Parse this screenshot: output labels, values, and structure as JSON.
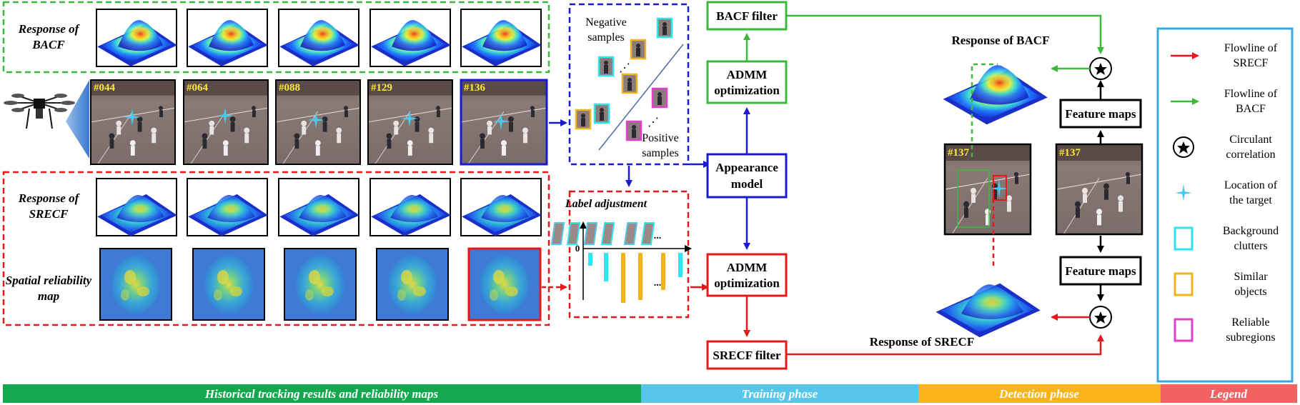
{
  "history": {
    "bacf_label_line1": "Response of",
    "bacf_label_line2": "BACF",
    "srecf_label_line1": "Response of",
    "srecf_label_line2": "SRECF",
    "srm_label_line1": "Spatial reliability",
    "srm_label_line2": "map",
    "frames": [
      "#044",
      "#064",
      "#088",
      "#129",
      "#136"
    ]
  },
  "training": {
    "negative_line1": "Negative",
    "negative_line2": "samples",
    "positive_line1": "Positive",
    "positive_line2": "samples",
    "label_adjustment": "Label adjustment",
    "zero": "0",
    "ellipsis": "..."
  },
  "pipeline": {
    "bacf_filter": "BACF filter",
    "admm_top_line1": "ADMM",
    "admm_top_line2": "optimization",
    "appearance_line1": "Appearance",
    "appearance_line2": "model",
    "admm_bottom_line1": "ADMM",
    "admm_bottom_line2": "optimization",
    "srecf_filter": "SRECF filter"
  },
  "detection": {
    "response_bacf": "Response of BACF",
    "response_srecf": "Response of SRECF",
    "feature_maps_top": "Feature maps",
    "feature_maps_bottom": "Feature maps",
    "frame": "#137"
  },
  "legend": {
    "items": [
      {
        "line1": "Flowline of",
        "line2": "SRECF",
        "icon": "red-arrow-icon"
      },
      {
        "line1": "Flowline of",
        "line2": "BACF",
        "icon": "green-arrow-icon"
      },
      {
        "line1": "Circulant",
        "line2": "correlation",
        "icon": "star-circle-icon"
      },
      {
        "line1": "Location of",
        "line2": "the target",
        "icon": "cyan-star-icon"
      },
      {
        "line1": "Background",
        "line2": "clutters",
        "icon": "cyan-box-icon"
      },
      {
        "line1": "Similar",
        "line2": "objects",
        "icon": "orange-box-icon"
      },
      {
        "line1": "Reliable",
        "line2": "subregions",
        "icon": "magenta-box-icon"
      }
    ]
  },
  "bottom_bar": {
    "historical": "Historical tracking results and reliability maps",
    "training": "Training phase",
    "detection": "Detection phase",
    "legend": "Legend"
  },
  "colors": {
    "green": "#3cb83c",
    "red": "#e81818",
    "blue": "#1a1ad0",
    "cyan": "#2ee6ee",
    "orange": "#f2b31a",
    "magenta": "#e63ec8",
    "legend_border": "#38a8e0",
    "bar_historical": "#13a84e",
    "bar_training": "#57c6ea",
    "bar_detection": "#f9b418",
    "bar_legend": "#f36262"
  }
}
